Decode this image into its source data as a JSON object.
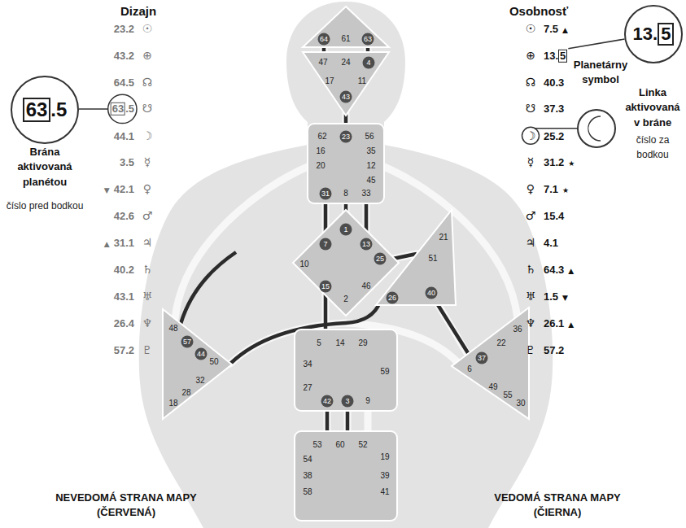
{
  "diagram": {
    "nodes": [
      {
        "text": [
          "63",
          ".5"
        ]
      },
      {
        "text": [
          "13.",
          "5"
        ]
      }
    ],
    "labels": [
      "Dizajn",
      "Osobnosť",
      "23.2",
      "☉",
      "43.2",
      "⊕",
      "64.5",
      "☊",
      "63",
      ".5",
      "☋",
      "44.1",
      "☽",
      "3.5",
      "☿",
      "▼",
      "42.1",
      "♀",
      "42.6",
      "♂",
      "▲",
      "31.1",
      "♃",
      "40.2",
      "♄",
      "43.1",
      "♅",
      "26.4",
      "♆",
      "57.2",
      "♇",
      "☉",
      "7.5",
      "▲",
      "⊕",
      "13.",
      "5",
      "☊",
      "40.3",
      "☋",
      "37.3",
      "☽",
      "25.2",
      "☿",
      "31.2",
      "★",
      "♀",
      "7.1",
      "★",
      "♂",
      "15.4",
      "♃",
      "4.1",
      "♄",
      "64.3",
      "▲",
      "♅",
      "1.5",
      "▼",
      "♆",
      "26.1",
      "▲",
      "♇",
      "57.2",
      "Brána aktivovaná planétou",
      "číslo pred bodkou",
      "Planetárny symbol",
      "Linka aktivovaná v bráne",
      "číslo za bodkou",
      "NEVEDOMÁ STRANA MAPY (ČERVENÁ)",
      "VEDOMÁ STRANA MAPY (ČIERNA)",
      "64",
      "61",
      "63",
      "47",
      "24",
      "4",
      "17",
      "11",
      "43",
      "62",
      "23",
      "56",
      "16",
      "35",
      "20",
      "12",
      "45",
      "31",
      "8",
      "33",
      "1",
      "7",
      "13",
      "10",
      "25",
      "15",
      "2",
      "46",
      "21",
      "51",
      "26",
      "40",
      "48",
      "57",
      "44",
      "50",
      "32",
      "28",
      "18",
      "36",
      "22",
      "37",
      "6",
      "49",
      "55",
      "30",
      "5",
      "14",
      "29",
      "34",
      "27",
      "59",
      "42",
      "3",
      "9",
      "53",
      "60",
      "52",
      "54",
      "19",
      "38",
      "39",
      "58",
      "41"
    ]
  }
}
